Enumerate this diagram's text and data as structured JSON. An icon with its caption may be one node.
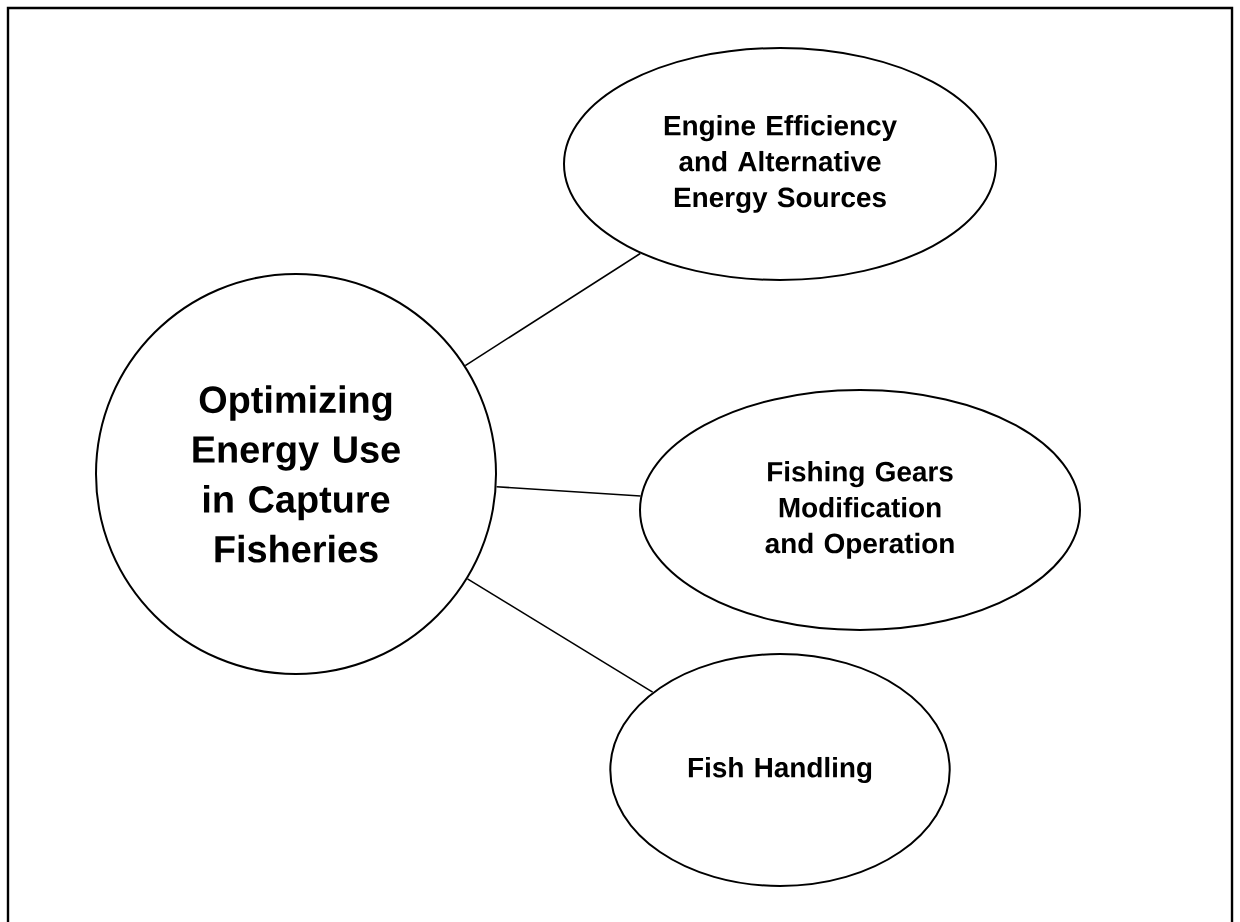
{
  "diagram": {
    "nodes": [
      {
        "text": [
          "Optimizing Energy Use in Capture Fisheries"
        ]
      },
      {
        "text": [
          "Engine Efficiency and Alternative Energy Sources"
        ]
      },
      {
        "text": [
          "Fishing Gears Modification and Operation"
        ]
      },
      {
        "text": [
          "Fish Handling"
        ]
      }
    ],
    "edges": [
      {
        "from": 0,
        "to": 1,
        "arrow": "none"
      },
      {
        "from": 0,
        "to": 2,
        "arrow": "none"
      },
      {
        "from": 0,
        "to": 3,
        "arrow": "none"
      }
    ]
  }
}
